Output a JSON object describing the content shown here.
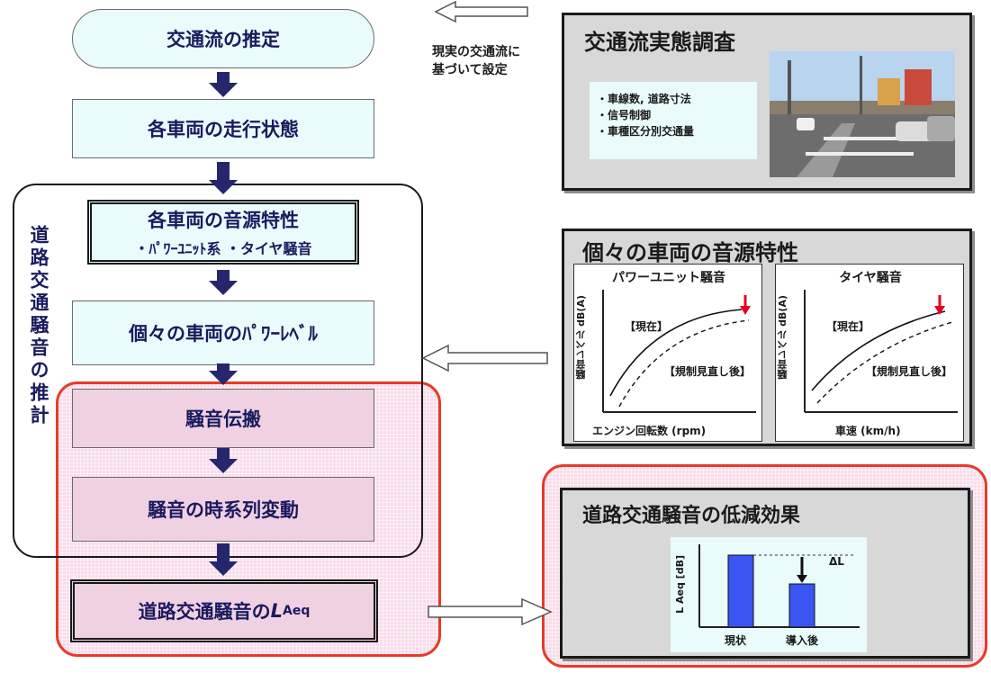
{
  "flow": {
    "estimate_traffic": "交通流の推定",
    "running_state": "各車両の走行状態",
    "source_title": "各車両の音源特性",
    "source_sub": "・ﾊﾟﾜｰﾕﾆｯﾄ系 ・タイヤ騒音",
    "power_level": "個々の車両のﾊﾟﾜｰﾚﾍﾞﾙ",
    "propagation": "騒音伝搬",
    "time_series": "騒音の時系列変動",
    "laeq_prefix": "道路交通騒音の",
    "laeq_L": "L",
    "laeq_sub": "Aeq",
    "vertical_label": "道路交通騒音の推計"
  },
  "note": {
    "line1": "現実の交通流に",
    "line2": "基づいて設定"
  },
  "survey": {
    "title": "交通流実態調査",
    "items": [
      "・車線数, 道路寸法",
      "・信号制御",
      "・車種区分別交通量"
    ]
  },
  "sound_source": {
    "title": "個々の車両の音源特性",
    "charts": [
      {
        "title": "パワーユニット騒音",
        "ylabel": "騒音レベル dB(A)",
        "xlabel": "エンジン回転数 (rpm)",
        "current_label": "【現在】",
        "after_label": "【規制見直し後】"
      },
      {
        "title": "タイヤ騒音",
        "ylabel": "騒音レベル dB(A)",
        "xlabel": "車速 (km/h)",
        "current_label": "【現在】",
        "after_label": "【規制見直し後】"
      }
    ]
  },
  "reduction": {
    "title": "道路交通騒音の低減効果"
  },
  "chart_data": {
    "type": "bar",
    "categories": [
      "現状",
      "導入後"
    ],
    "values": [
      100,
      60
    ],
    "ylabel": "L Aeq [dB]",
    "annotation": "ΔL"
  },
  "colors": {
    "accent_red": "#e83a2a",
    "bar_blue": "#3a55f2",
    "navy": "#26266e"
  }
}
